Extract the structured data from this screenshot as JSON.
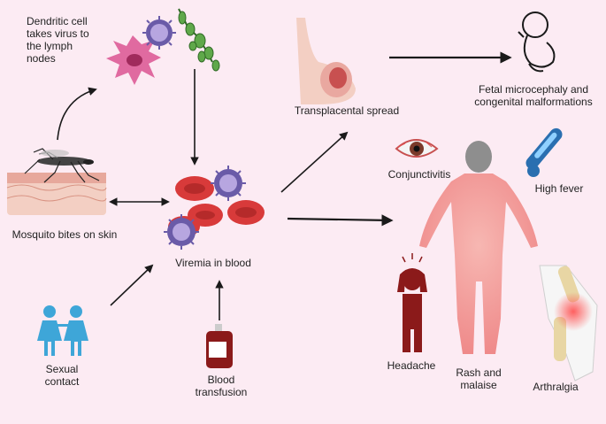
{
  "labels": {
    "dendritic": "Dendritic cell\ntakes virus to\nthe lymph\nnodes",
    "mosquito": "Mosquito bites on skin",
    "viremia": "Viremia in blood",
    "sexual": "Sexual\ncontact",
    "blood": "Blood\ntransfusion",
    "transplacental": "Transplacental spread",
    "fetal": "Fetal microcephaly and\ncongenital malformations",
    "conjunctivitis": "Conjunctivitis",
    "fever": "High fever",
    "headache": "Headache",
    "rash": "Rash and\nmalaise",
    "arthralgia": "Arthralgia"
  },
  "colors": {
    "background": "#fcebf3",
    "arrow": "#1a1a1a",
    "virus": "#6a5ba8",
    "rbc": "#d83a3a",
    "body": "#f4a0a0",
    "dark_red": "#8b1a1a",
    "people": "#3ea6d8",
    "thermometer": "#2a6fb0"
  }
}
